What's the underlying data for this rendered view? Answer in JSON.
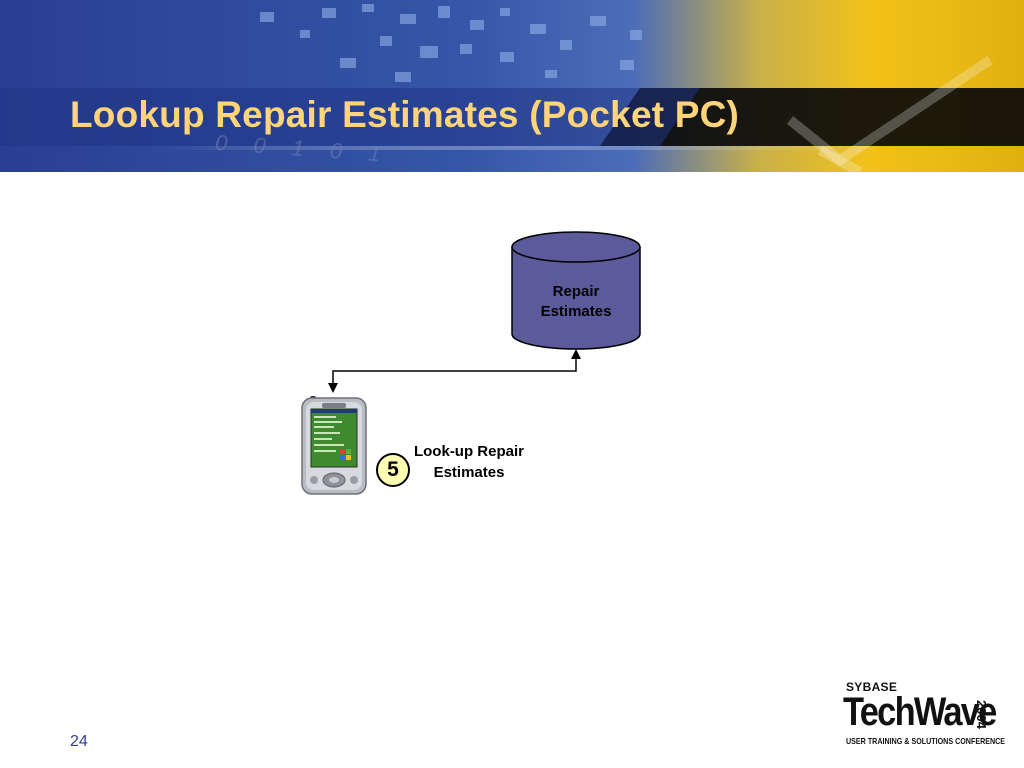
{
  "slide": {
    "title": "Lookup Repair Estimates (Pocket PC)",
    "banner_digits": "0 0 1 0 1",
    "page_number": "24"
  },
  "diagram": {
    "database": {
      "label_line1": "Repair",
      "label_line2": "Estimates"
    },
    "device": {
      "icon": "pocket-pc-icon"
    },
    "step": {
      "number": "5",
      "label_line1": "Look-up Repair",
      "label_line2": "Estimates"
    }
  },
  "logo": {
    "brand": "SYBASE",
    "name": "TechWave",
    "year": "2004",
    "tagline": "USER TRAINING & SOLUTIONS CONFERENCE"
  },
  "colors": {
    "title": "#ffd47a",
    "banner_blue": "#2b4aa0",
    "banner_yellow": "#f0c419",
    "database_fill": "#5b5b9b",
    "step_badge_fill": "#ffffb3",
    "page_number": "#2f3f8f"
  }
}
